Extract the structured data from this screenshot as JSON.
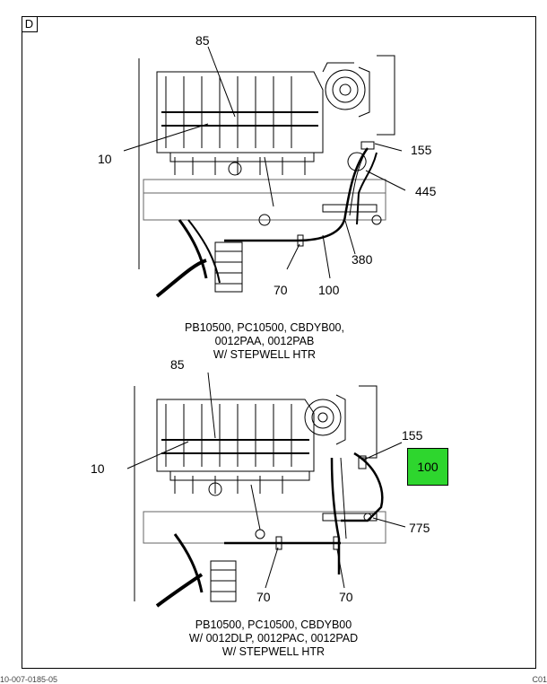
{
  "frame": {
    "tag": "D"
  },
  "view_top": {
    "callouts": [
      "85",
      "10",
      "155",
      "445",
      "380",
      "70",
      "100"
    ],
    "caption": [
      "PB10500, PC10500, CBDYB00,",
      "0012PAA, 0012PAB",
      "W/ STEPWELL HTR"
    ]
  },
  "view_bottom": {
    "callouts": [
      "85",
      "10",
      "155",
      "775",
      "70",
      "70"
    ],
    "highlight": {
      "label": "100",
      "color": "#2ed62e"
    },
    "caption": [
      "PB10500, PC10500, CBDYB00",
      "W/ 0012DLP, 0012PAC, 0012PAD",
      "W/ STEPWELL HTR"
    ]
  },
  "footer": {
    "left": "10-007-0185-05",
    "right": "C01"
  }
}
